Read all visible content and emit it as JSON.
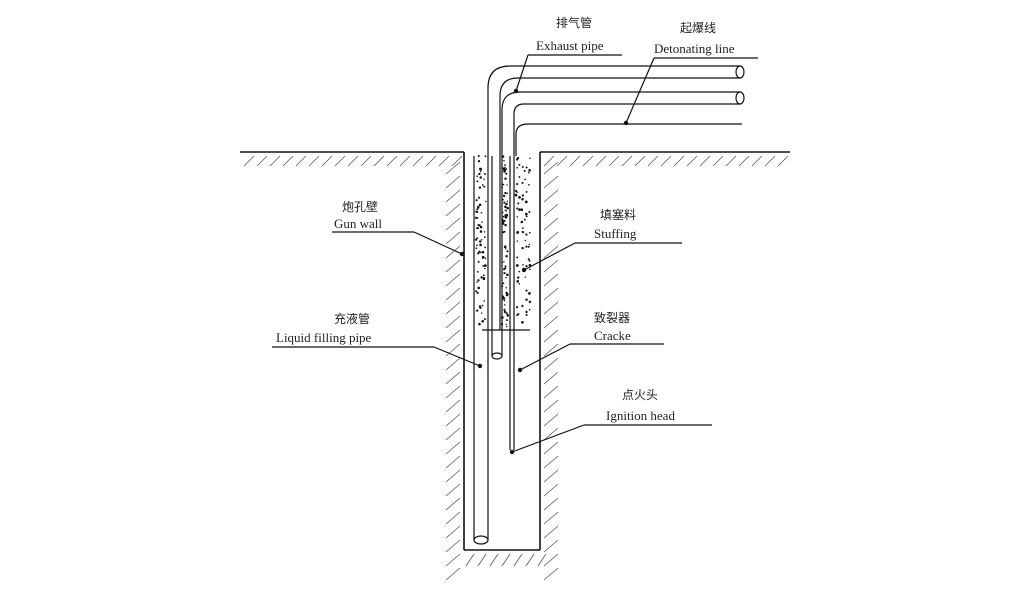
{
  "labels": {
    "exhaust_pipe_cn": "排气管",
    "exhaust_pipe_en": "Exhaust pipe",
    "detonating_line_cn": "起爆线",
    "detonating_line_en": "Detonating line",
    "gun_wall_cn": "炮孔壁",
    "gun_wall_en": "Gun wall",
    "stuffing_cn": "填塞料",
    "stuffing_en": "Stuffing",
    "liquid_filling_pipe_cn": "充液管",
    "liquid_filling_pipe_en": "Liquid filling pipe",
    "cracker_cn": "致裂器",
    "cracker_en": "Cracke",
    "ignition_head_cn": "点火头",
    "ignition_head_en": "Ignition head"
  }
}
